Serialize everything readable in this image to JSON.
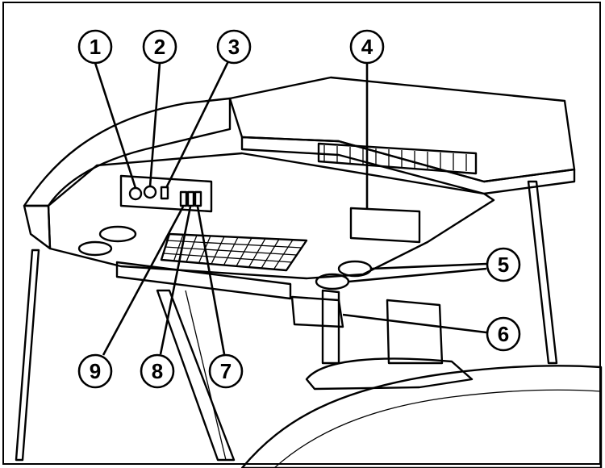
{
  "diagram": {
    "callouts": [
      {
        "label": "1"
      },
      {
        "label": "2"
      },
      {
        "label": "3"
      },
      {
        "label": "4"
      },
      {
        "label": "5"
      },
      {
        "label": "6"
      },
      {
        "label": "7"
      },
      {
        "label": "8"
      },
      {
        "label": "9"
      }
    ],
    "colors": {
      "line": "#000000",
      "fill_light": "#ffffff",
      "fill_shade": "#e6e6e6",
      "fill_dark": "#cfcfcf"
    }
  }
}
